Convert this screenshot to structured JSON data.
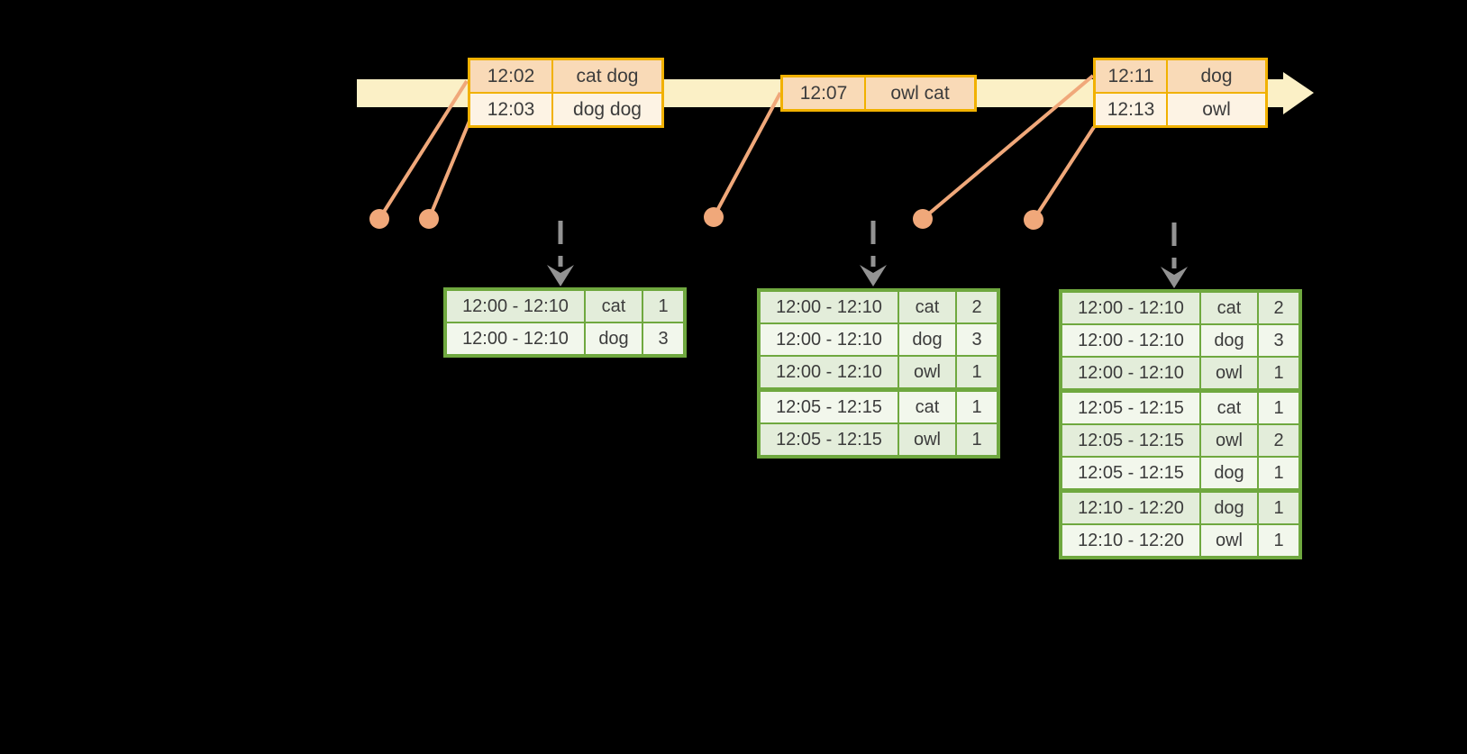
{
  "timeline": {
    "event_tables": [
      {
        "rows": [
          [
            "12:02",
            "cat dog"
          ],
          [
            "12:03",
            "dog dog"
          ]
        ]
      },
      {
        "rows": [
          [
            "12:07",
            "owl cat"
          ]
        ]
      },
      {
        "rows": [
          [
            "12:11",
            "dog"
          ],
          [
            "12:13",
            "owl"
          ]
        ]
      }
    ]
  },
  "results": {
    "tables": [
      {
        "rows": [
          [
            "12:00 - 12:10",
            "cat",
            "1"
          ],
          [
            "12:00 - 12:10",
            "dog",
            "3"
          ]
        ]
      },
      {
        "rows": [
          [
            "12:00 - 12:10",
            "cat",
            "2"
          ],
          [
            "12:00 - 12:10",
            "dog",
            "3"
          ],
          [
            "12:00 - 12:10",
            "owl",
            "1"
          ],
          [
            "12:05 - 12:15",
            "cat",
            "1"
          ],
          [
            "12:05 - 12:15",
            "owl",
            "1"
          ]
        ]
      },
      {
        "rows": [
          [
            "12:00 - 12:10",
            "cat",
            "2"
          ],
          [
            "12:00 - 12:10",
            "dog",
            "3"
          ],
          [
            "12:00 - 12:10",
            "owl",
            "1"
          ],
          [
            "12:05 - 12:15",
            "cat",
            "1"
          ],
          [
            "12:05 - 12:15",
            "owl",
            "2"
          ],
          [
            "12:05 - 12:15",
            "dog",
            "1"
          ],
          [
            "12:10 - 12:20",
            "dog",
            "1"
          ],
          [
            "12:10 - 12:20",
            "owl",
            "1"
          ]
        ]
      }
    ]
  },
  "colors": {
    "band": "#fbf0c6",
    "gold": "#f1b100",
    "peach": "#f9dab7",
    "cream": "#fdf3e4",
    "salmon": "#f0a87a",
    "gray": "#939393",
    "green": "#6fa83f",
    "gtint": "#e3edda",
    "glight": "#f2f7ec",
    "text": "#3c3c3c",
    "background": "#000000"
  }
}
